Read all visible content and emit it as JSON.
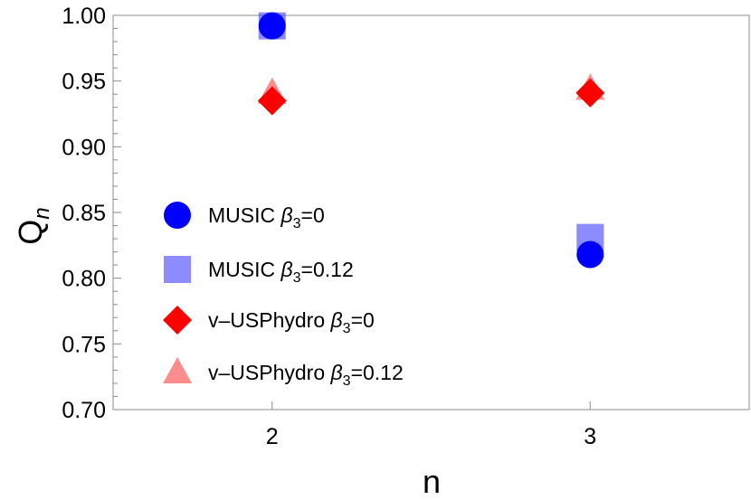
{
  "chart_data": {
    "type": "scatter",
    "xlabel": "n",
    "ylabel": "Q",
    "ylabel_sub": "n",
    "x_ticks": [
      "2",
      "3"
    ],
    "x": [
      2,
      3
    ],
    "xlim": [
      1.5,
      3.5
    ],
    "ylim": [
      0.7,
      1.0
    ],
    "y_ticks": [
      "0.70",
      "0.75",
      "0.80",
      "0.85",
      "0.90",
      "0.95",
      "1.00"
    ],
    "grid": false,
    "legend_position": "center-left",
    "series": [
      {
        "name": "MUSIC β3=0",
        "legend_prefix": "MUSIC ",
        "beta_sub": "3",
        "legend_value": "=0",
        "marker": "circle",
        "color": "#0000ff",
        "opacity": 1.0,
        "values": [
          0.992,
          0.818
        ]
      },
      {
        "name": "MUSIC β3=0.12",
        "legend_prefix": "MUSIC ",
        "beta_sub": "3",
        "legend_value": "=0.12",
        "marker": "square",
        "color": "#4040ff",
        "opacity": 0.6,
        "values": [
          0.992,
          0.831
        ]
      },
      {
        "name": "v-USPhydro β3=0",
        "legend_prefix": "v–USPhydro ",
        "beta_sub": "3",
        "legend_value": "=0",
        "marker": "diamond",
        "color": "#ff0000",
        "opacity": 1.0,
        "values": [
          0.935,
          0.941
        ]
      },
      {
        "name": "v-USPhydro β3=0.12",
        "legend_prefix": "v–USPhydro ",
        "beta_sub": "3",
        "legend_value": "=0.12",
        "marker": "triangle",
        "color": "#ff4040",
        "opacity": 0.6,
        "values": [
          0.941,
          0.944
        ]
      }
    ]
  }
}
